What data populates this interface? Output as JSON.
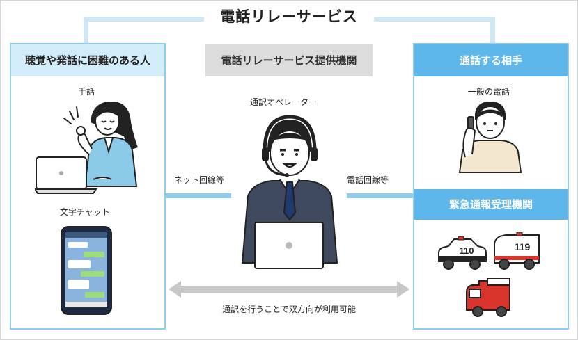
{
  "title": "電話リレーサービス",
  "left_panel": {
    "header": "聴覚や発話に困難のある人",
    "item1": "手話",
    "item2": "文字チャット"
  },
  "center": {
    "header": "電話リレーサービス提供機関",
    "operator_label": "通訳オペレーター",
    "left_link": "ネット回線等",
    "right_link": "電話回線等",
    "bottom_note": "通訳を行うことで双方向が利用可能"
  },
  "right_panel": {
    "header": "通話する相手",
    "item1": "一般の電話",
    "emergency_header": "緊急通報受理機関",
    "police_number": "110",
    "ambulance_number": "119"
  },
  "colors": {
    "header_blue": "#5db7ea",
    "header_light": "#d3ecf9",
    "border_blue": "#8fcdef",
    "gray": "#dcdcdc",
    "police": "#ffffff",
    "fire": "#d9342b"
  }
}
